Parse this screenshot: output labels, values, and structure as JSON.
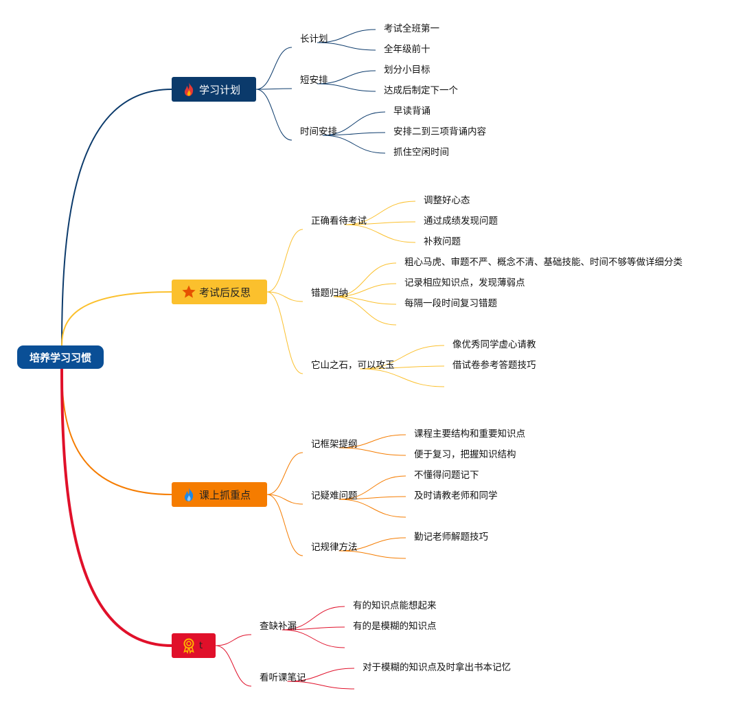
{
  "root": {
    "label": "培养学习习惯"
  },
  "branches": [
    {
      "label": "学习计划",
      "icon": "fire-icon",
      "color": "#0b3a6b",
      "text_color": "#ffffff",
      "subs": [
        {
          "label": "长计划",
          "leaves": [
            "考试全班第一",
            "全年级前十"
          ]
        },
        {
          "label": "短安排",
          "leaves": [
            "划分小目标",
            "达成后制定下一个"
          ]
        },
        {
          "label": "时间安排",
          "leaves": [
            "早读背诵",
            "安排二到三项背诵内容",
            "抓住空闲时间"
          ]
        }
      ]
    },
    {
      "label": "考试后反思",
      "icon": "star-icon",
      "color": "#fbc02d",
      "text_color": "#222222",
      "subs": [
        {
          "label": "正确看待考试",
          "leaves": [
            "调整好心态",
            "通过成绩发现问题",
            "补救问题"
          ]
        },
        {
          "label": "错题归纳",
          "leaves": [
            "粗心马虎、审题不严、概念不清、基础技能、时间不够等做详细分类",
            "记录相应知识点，发现薄弱点",
            "每隔一段时间复习错题",
            ""
          ]
        },
        {
          "label": "它山之石，可以攻玉",
          "leaves": [
            "像优秀同学虚心请教",
            "借试卷参考答题技巧",
            ""
          ]
        }
      ]
    },
    {
      "label": "课上抓重点",
      "icon": "flame-blue-icon",
      "color": "#f57c00",
      "text_color": "#222222",
      "subs": [
        {
          "label": "记框架提纲",
          "leaves": [
            "课程主要结构和重要知识点",
            "便于复习，把握知识结构"
          ]
        },
        {
          "label": "记疑难问题",
          "leaves": [
            "不懂得问题记下",
            "及时请教老师和同学",
            ""
          ]
        },
        {
          "label": "记规律方法",
          "leaves": [
            "勤记老师解题技巧",
            ""
          ]
        }
      ]
    },
    {
      "label": "t",
      "icon": "award-ribbon-icon",
      "color": "#e0102a",
      "text_color": "#222222",
      "subs": [
        {
          "label": "查缺补漏",
          "leaves": [
            "有的知识点能想起来",
            "有的是模糊的知识点",
            ""
          ]
        },
        {
          "label": "看听课笔记",
          "leaves": [
            "对于模糊的知识点及时拿出书本记忆",
            ""
          ]
        }
      ]
    }
  ]
}
